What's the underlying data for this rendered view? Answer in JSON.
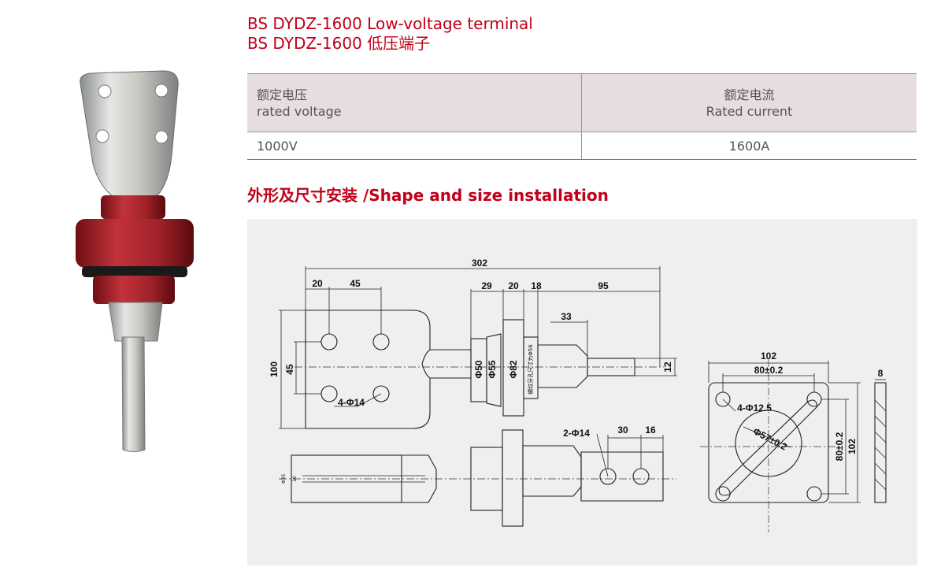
{
  "title": {
    "line1": "BS DYDZ-1600 Low-voltage terminal",
    "line2": "BS DYDZ-1600 低压端子"
  },
  "spec_table": {
    "headers": [
      {
        "cn": "额定电压",
        "en": "rated voltage"
      },
      {
        "cn": "额定电流",
        "en": "Rated current"
      }
    ],
    "values": [
      "1000V",
      "1600A"
    ]
  },
  "section_title": "外形及尺寸安装 /Shape and size installation",
  "drawing": {
    "dims": {
      "d302": "302",
      "d20a": "20",
      "d45": "45",
      "d29": "29",
      "d20b": "20",
      "d18": "18",
      "d95": "95",
      "d33": "33",
      "d100": "100",
      "d45v": "45",
      "d4phi14": "4-Φ14",
      "dphi50": "Φ50",
      "dphi55": "Φ55",
      "dphi82": "Φ82",
      "d12": "12",
      "d2phi14": "2-Φ14",
      "d30": "30",
      "d16": "16",
      "d102a": "102",
      "d80a": "80±0.2",
      "d4phi125": "4-Φ12.5",
      "dphi57": "Φ57±0.2",
      "d80b": "80±0.2",
      "d102b": "102",
      "d8": "8",
      "dsmall35": "Φ35",
      "dsmall10": "10",
      "vertical_note": "螺纹牙孔尺寸为Φ56"
    }
  },
  "colors": {
    "title_red": "#c00018",
    "header_bg": "#e6dde2",
    "drawing_bg": "#efefef"
  }
}
